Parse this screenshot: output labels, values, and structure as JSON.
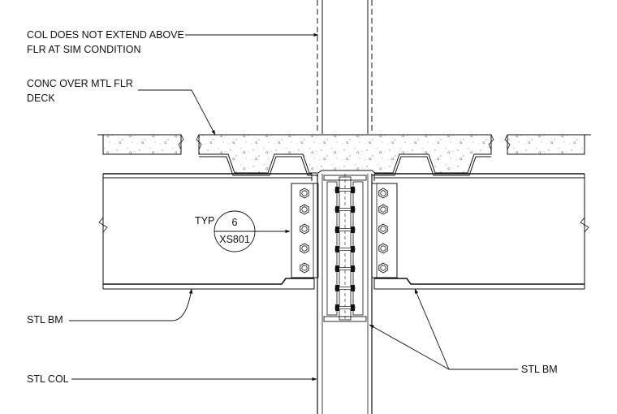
{
  "labels": {
    "col_note_line1": "COL DOES NOT EXTEND ABOVE",
    "col_note_line2": "FLR AT SIM CONDITION",
    "deck_line1": "CONC OVER MTL FLR",
    "deck_line2": "DECK",
    "typ": "TYP",
    "detail_number": "6",
    "detail_sheet": "XS801",
    "stl_bm_left": "STL BM",
    "stl_bm_right": "STL BM",
    "stl_col": "STL COL"
  }
}
